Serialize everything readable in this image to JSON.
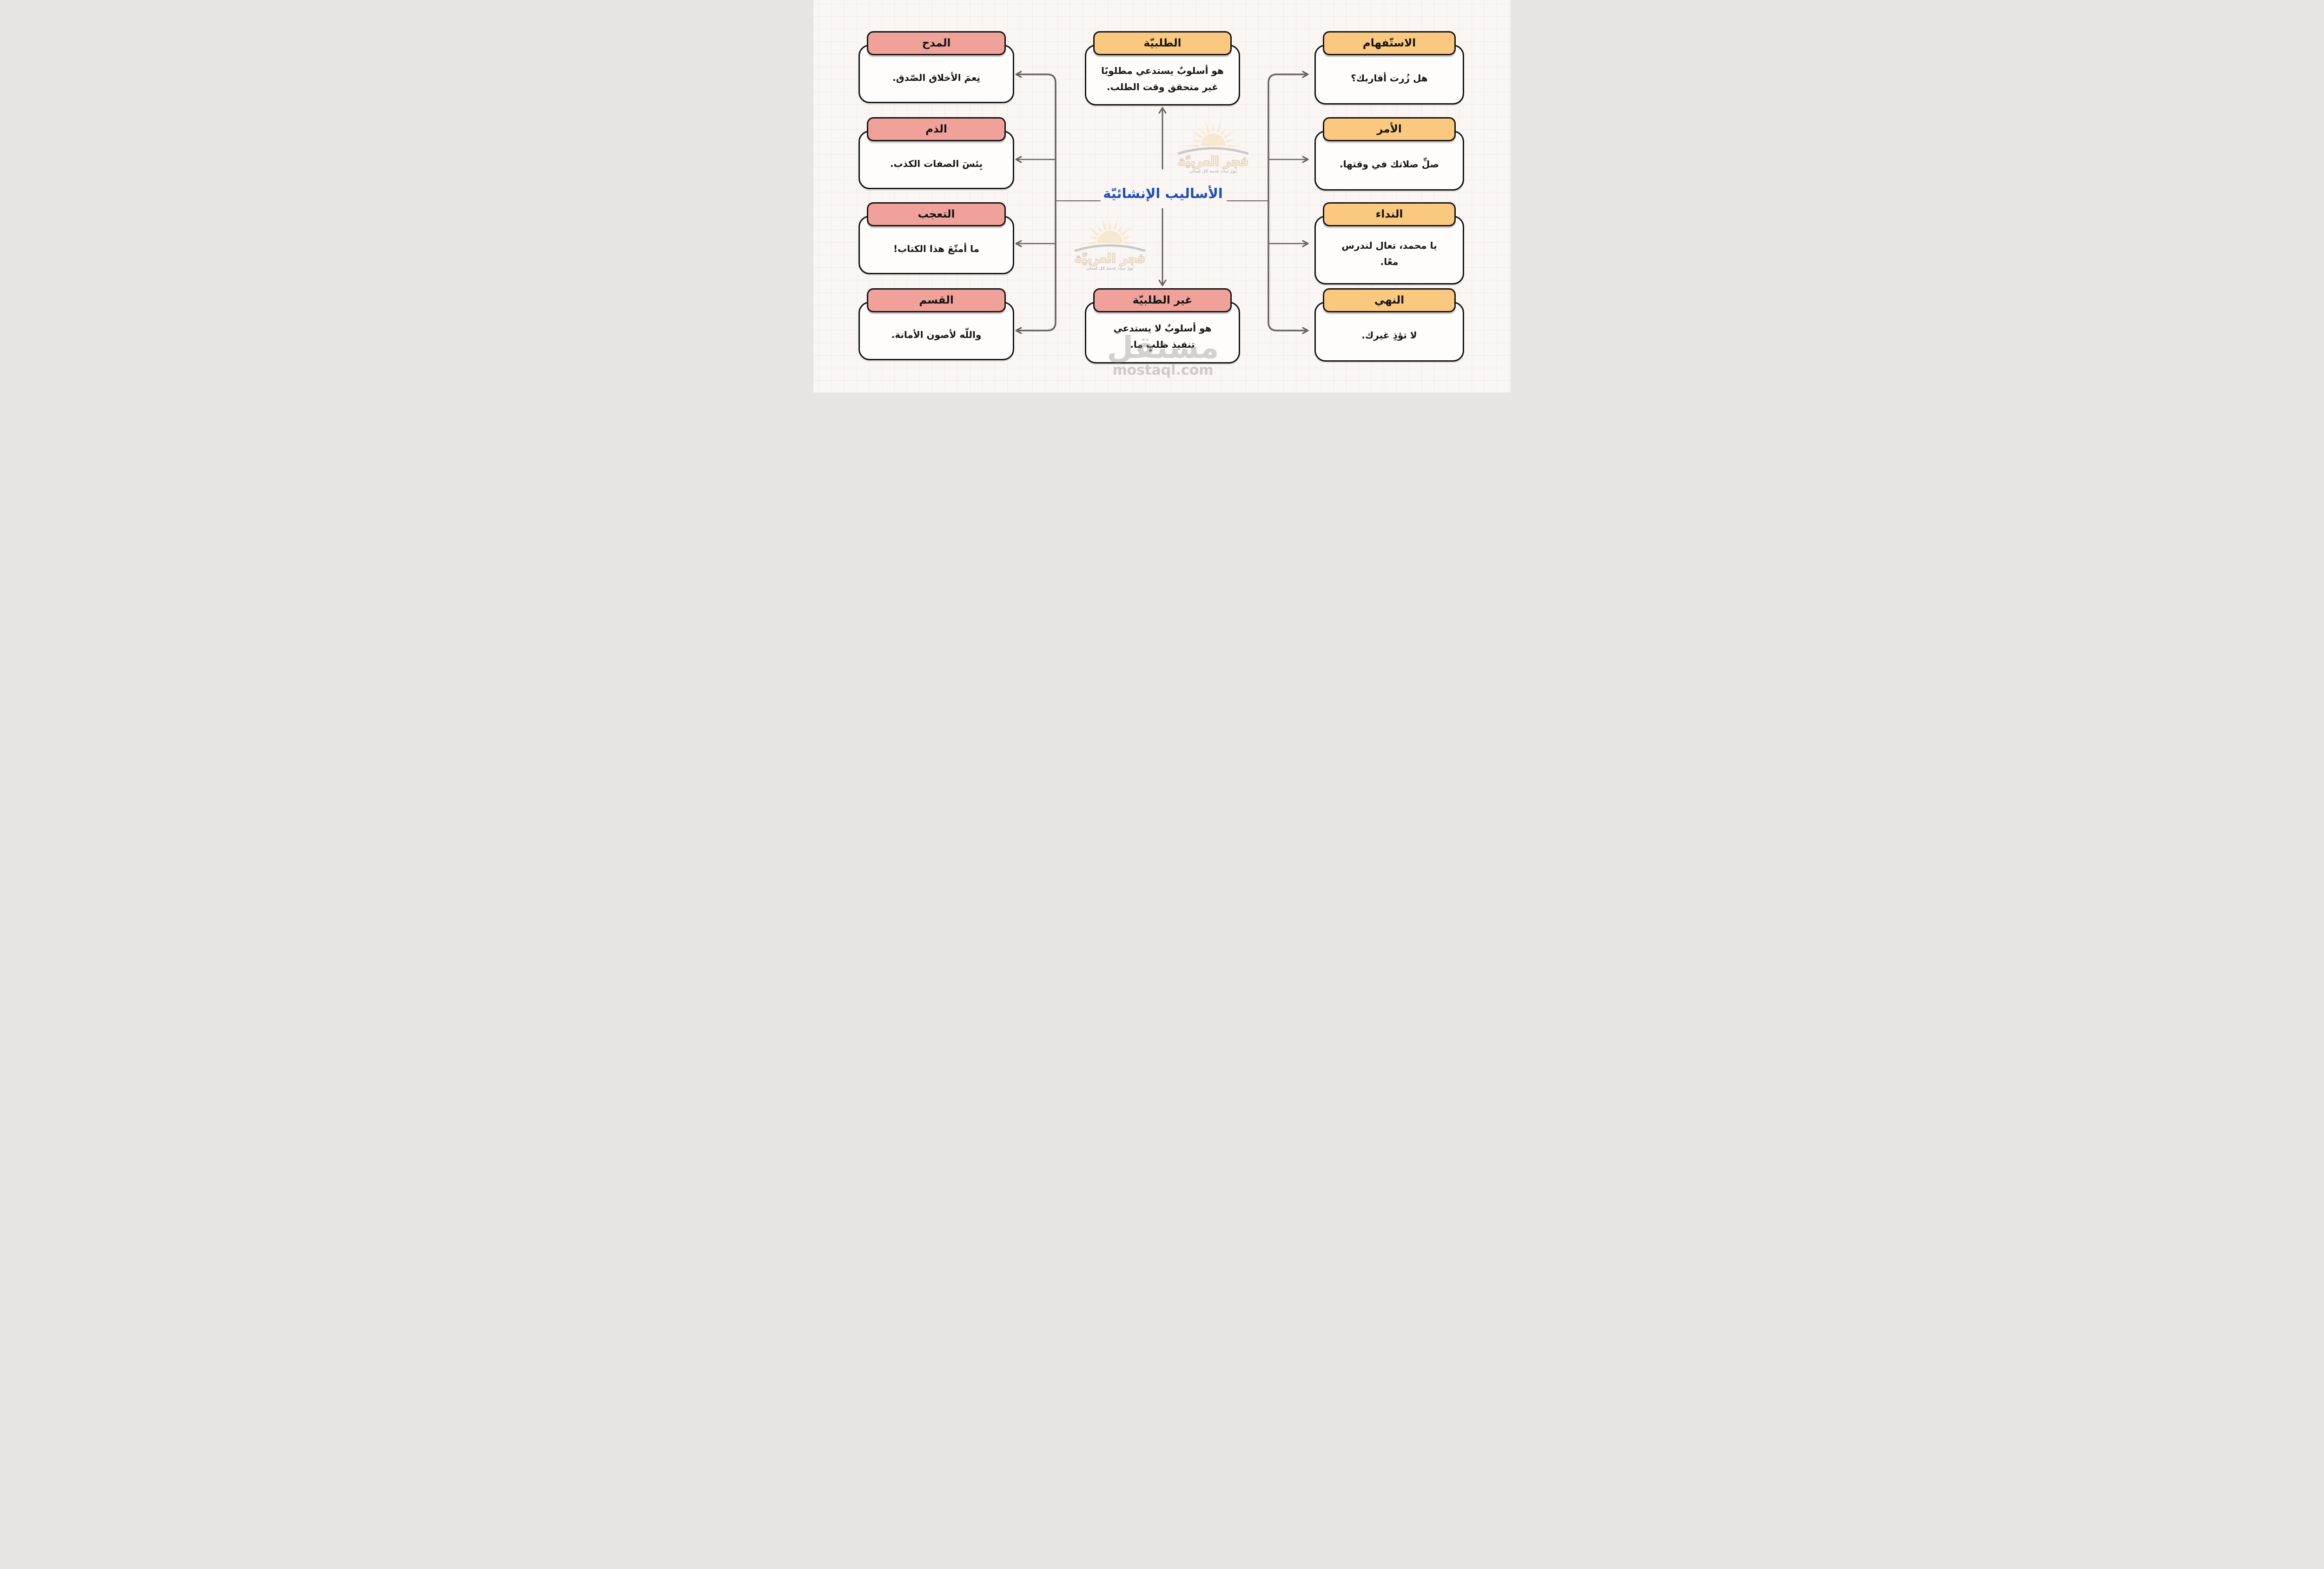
{
  "title": {
    "text": "الأساليب الإنشائيّة",
    "color": "#1d4fb4"
  },
  "center": {
    "requestive": {
      "label": "الطلبيّة",
      "definition": "هو أسلوبٌ يستدعي مطلوبًا\nغير متحقق وقت الطلب."
    },
    "non_requestive": {
      "label": "غير الطلبيّة",
      "definition": "هو أسلوبٌ لا يستدعي\nتنفيذ طلبٍ ما."
    }
  },
  "left_cards": [
    {
      "label": "المدح",
      "example": "نِعمَ الأخلاق الصّدق."
    },
    {
      "label": "الذم",
      "example": "بِئسَ الصفات الكذب."
    },
    {
      "label": "التعجب",
      "example": "ما أمتّعَ هذا الكتاب!"
    },
    {
      "label": "القسم",
      "example": "واللّه لأصون الأمانة."
    }
  ],
  "right_cards": [
    {
      "label": "الاستّفهام",
      "example": "هل زُرت أقاربك؟"
    },
    {
      "label": "الأمر",
      "example": "صلِّ صلاتك في وقتها."
    },
    {
      "label": "النداء",
      "example": "يا محمد، تعال لندرس\nمعًا."
    },
    {
      "label": "النهي",
      "example": "لا تؤذِ غيرك."
    }
  ],
  "watermarks": {
    "logo_title": "فجر العربيّة",
    "logo_tagline": "نُورٌ يبدّد عتمة كل لِسان",
    "site_name": "مستقل",
    "site_url": "mostaql.com"
  },
  "colors": {
    "pink_header": "#f0a19a",
    "orange_header": "#fac87e",
    "card_fill": "#fffdfc",
    "connector": "#6a615e",
    "title_blue": "#1d4fb4",
    "background": "#faf6f4",
    "logo_cream": "#f6dfae"
  }
}
